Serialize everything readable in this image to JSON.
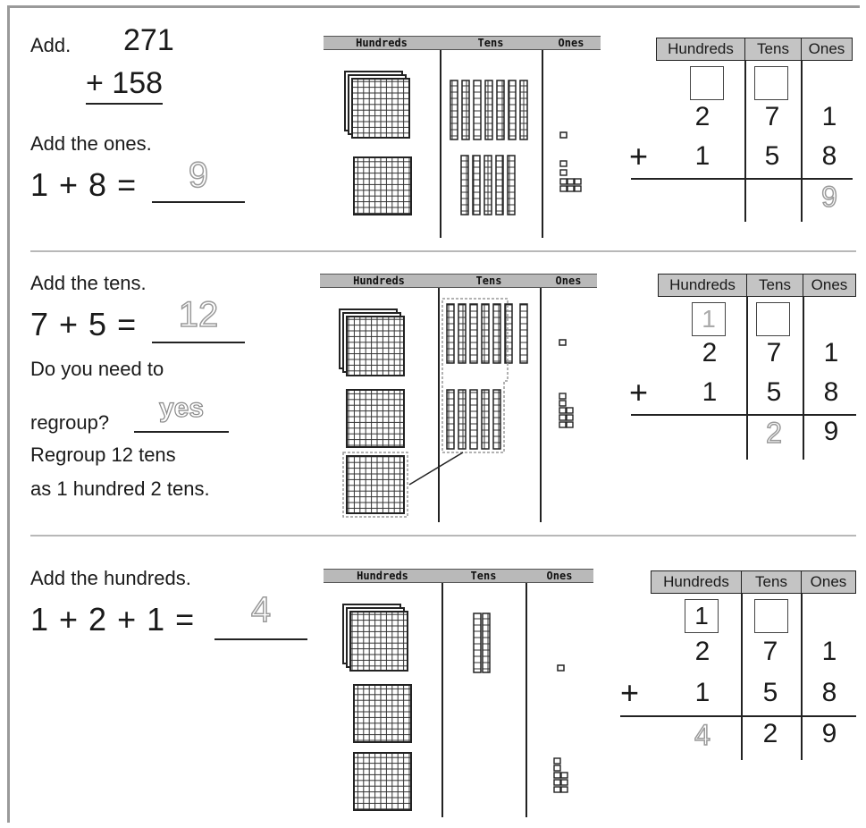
{
  "tables": {
    "headers": [
      "Hundreds",
      "Tens",
      "Ones"
    ]
  },
  "mats": {
    "headers": [
      "Hundreds",
      "Tens",
      "Ones"
    ]
  },
  "step1": {
    "add_label": "Add.",
    "top_number": "271",
    "bottom_number": "+ 158",
    "instruction": "Add the ones.",
    "equation": "1 + 8 =",
    "answer": "9",
    "table": {
      "carry": [
        "",
        ""
      ],
      "row1": [
        "2",
        "7",
        "1"
      ],
      "row2": [
        "1",
        "5",
        "8"
      ],
      "sum": [
        "",
        "",
        "9"
      ]
    }
  },
  "step2": {
    "instruction": "Add the tens.",
    "equation": "7 + 5 =",
    "answer": "12",
    "question_line1": "Do you need to",
    "question_line2": "regroup?",
    "question_answer": "yes",
    "note_line1": "Regroup 12 tens",
    "note_line2": "as 1 hundred 2 tens.",
    "table": {
      "carry": [
        "1",
        ""
      ],
      "row1": [
        "2",
        "7",
        "1"
      ],
      "row2": [
        "1",
        "5",
        "8"
      ],
      "sum": [
        "",
        "2",
        "9"
      ]
    }
  },
  "step3": {
    "instruction": "Add the hundreds.",
    "equation": "1 + 2 + 1 =",
    "answer": "4",
    "table": {
      "carry": [
        "1",
        ""
      ],
      "row1": [
        "2",
        "7",
        "1"
      ],
      "row2": [
        "1",
        "5",
        "8"
      ],
      "sum": [
        "4",
        "2",
        "9"
      ]
    }
  },
  "plus_sign": "+"
}
